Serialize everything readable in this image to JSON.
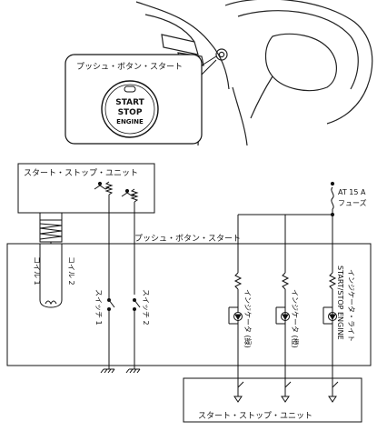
{
  "illustration": {
    "callout_label": "プッシュ・ボタン・スタート",
    "button_lines": [
      "START",
      "STOP",
      "ENGINE"
    ]
  },
  "schematic": {
    "top_unit_label": "スタート・ストップ・ユニット",
    "bottom_unit_label": "スタート・ストップ・ユニット",
    "module_label": "プッシュ・ボタン・スタート",
    "fuse_line1": "AT 15 A",
    "fuse_line2": "フューズ",
    "coil1": "コイル 1",
    "coil2": "コイル 2",
    "switch1": "スイッチ 1",
    "switch2": "スイッチ 2",
    "indicator_green": "インジケータ (緑)",
    "indicator_amber": "インジケータ (橙)",
    "start_stop_line1": "START/STOP ENGINE",
    "start_stop_line2": "インジケータ・ライト"
  },
  "colors": {
    "line": "#111111",
    "indicator_fill": "#ffffff"
  }
}
